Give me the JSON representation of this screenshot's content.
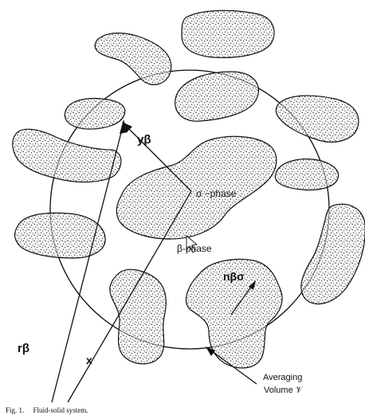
{
  "labels": {
    "y_beta": "yβ",
    "sigma_phase": "σ −phase",
    "beta_phase": "β-phase",
    "n_beta_sigma": "nβσ",
    "r_beta": "rβ",
    "x": "x",
    "averaging": "Averaging",
    "volume": "Volume 𝒱"
  },
  "caption": {
    "fig_number": "Fig. 1.",
    "text": "Fluid-solid system."
  },
  "colors": {
    "ink": "#111111",
    "stipple": "#3a3a3a",
    "background": "#ffffff"
  }
}
